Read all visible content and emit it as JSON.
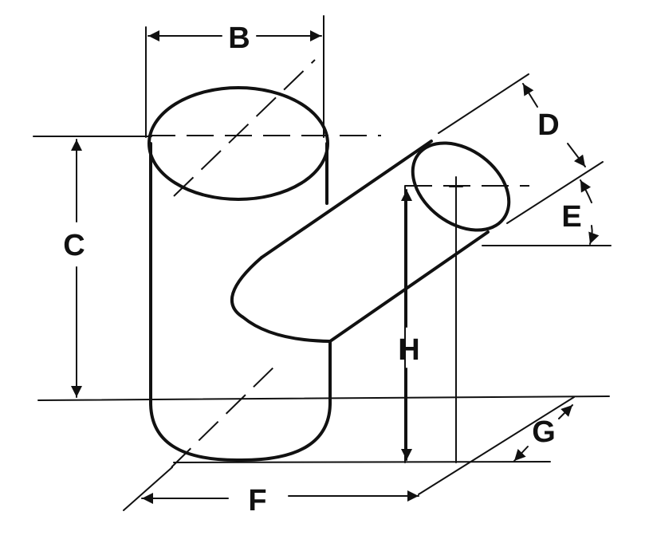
{
  "diagram": {
    "labels": {
      "b": "B",
      "c": "C",
      "d": "D",
      "e": "E",
      "f": "F",
      "g": "G",
      "h": "H"
    },
    "colors": {
      "ink": "#111111",
      "paper": "#ffffff"
    }
  }
}
